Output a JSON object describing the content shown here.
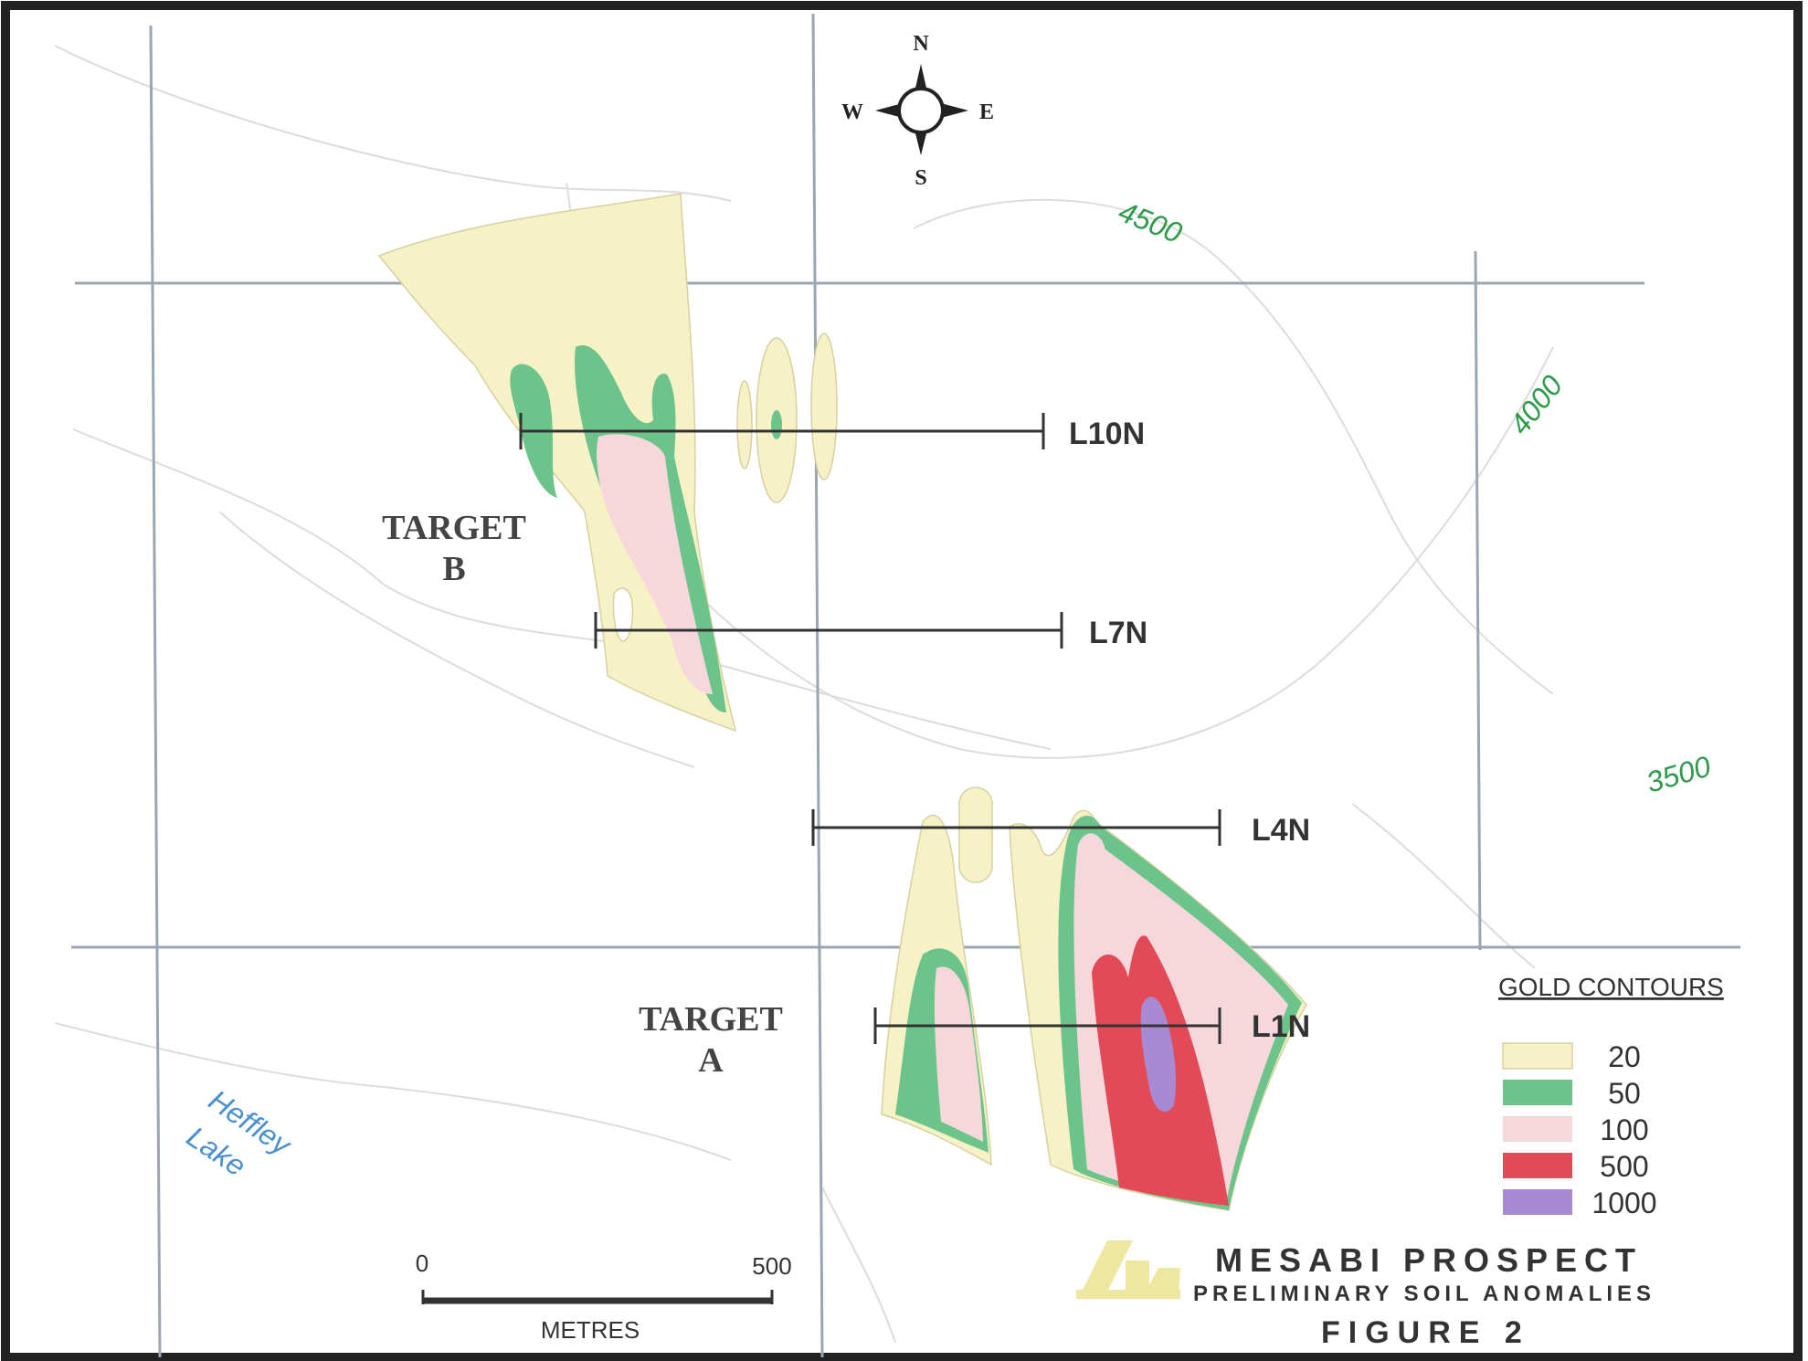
{
  "compass": {
    "n": "N",
    "s": "S",
    "e": "E",
    "w": "W"
  },
  "targets": [
    {
      "line1": "TARGET",
      "line2": "B"
    },
    {
      "line1": "TARGET",
      "line2": "A"
    }
  ],
  "survey_lines": [
    "L10N",
    "L7N",
    "L4N",
    "L1N"
  ],
  "elevation_contours": [
    "4500",
    "4000",
    "3500"
  ],
  "lake": {
    "line1": "Heffley",
    "line2": "Lake"
  },
  "legend": {
    "title": "GOLD CONTOURS",
    "items": [
      {
        "label": "20",
        "color": "#f6f2c6"
      },
      {
        "label": "50",
        "color": "#6cc48a"
      },
      {
        "label": "100",
        "color": "#f6d8dc"
      },
      {
        "label": "500",
        "color": "#e24a58"
      },
      {
        "label": "1000",
        "color": "#a78ad2"
      }
    ]
  },
  "scale_bar": {
    "start": "0",
    "end": "500",
    "unit": "METRES"
  },
  "title_block": {
    "title": "MESABI PROSPECT",
    "subtitle": "PRELIMINARY SOIL ANOMALIES",
    "figure": "FIGURE 2"
  },
  "colors": {
    "frame": "#222222",
    "grid": "#9aa7b2",
    "topo": "#dcdcdc",
    "logo": "#eee7a0"
  }
}
